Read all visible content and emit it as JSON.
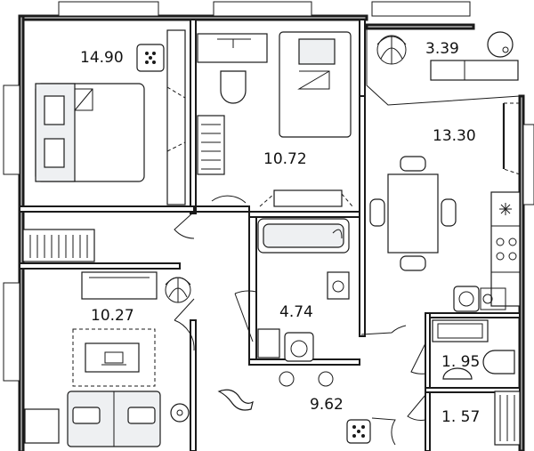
{
  "rooms": [
    {
      "id": "bedroom",
      "area": "14.90"
    },
    {
      "id": "kids-room",
      "area": "10.72"
    },
    {
      "id": "balcony",
      "area": "3.39"
    },
    {
      "id": "kitchen",
      "area": "13.30"
    },
    {
      "id": "bathroom",
      "area": "4.74"
    },
    {
      "id": "living-room",
      "area": "10.27"
    },
    {
      "id": "hallway",
      "area": "9.62"
    },
    {
      "id": "toilet",
      "area": "1. 95"
    },
    {
      "id": "storage",
      "area": "1. 57"
    }
  ],
  "colors": {
    "wall": "#1a1a1a",
    "floor": "#ffffff",
    "furniture_fill": "#eef0f2"
  }
}
